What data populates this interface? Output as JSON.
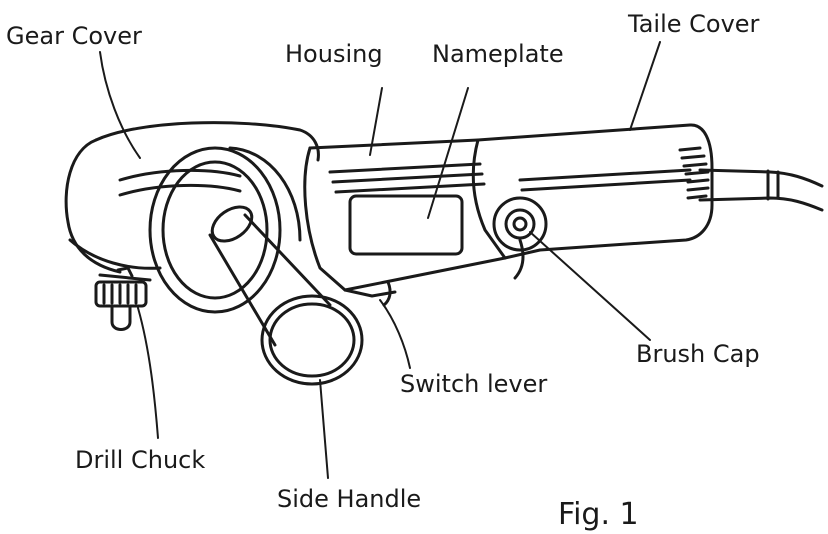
{
  "labels": {
    "gear_cover": "Gear Cover",
    "housing": "Housing",
    "nameplate": "Nameplate",
    "taile_cover": "Taile Cover",
    "brush_cap": "Brush Cap",
    "switch_lever": "Switch lever",
    "drill_chuck": "Drill Chuck",
    "side_handle": "Side Handle"
  },
  "figure_caption": "Fig. 1",
  "colors": {
    "ink": "#1a1a1a",
    "background": "#ffffff"
  }
}
